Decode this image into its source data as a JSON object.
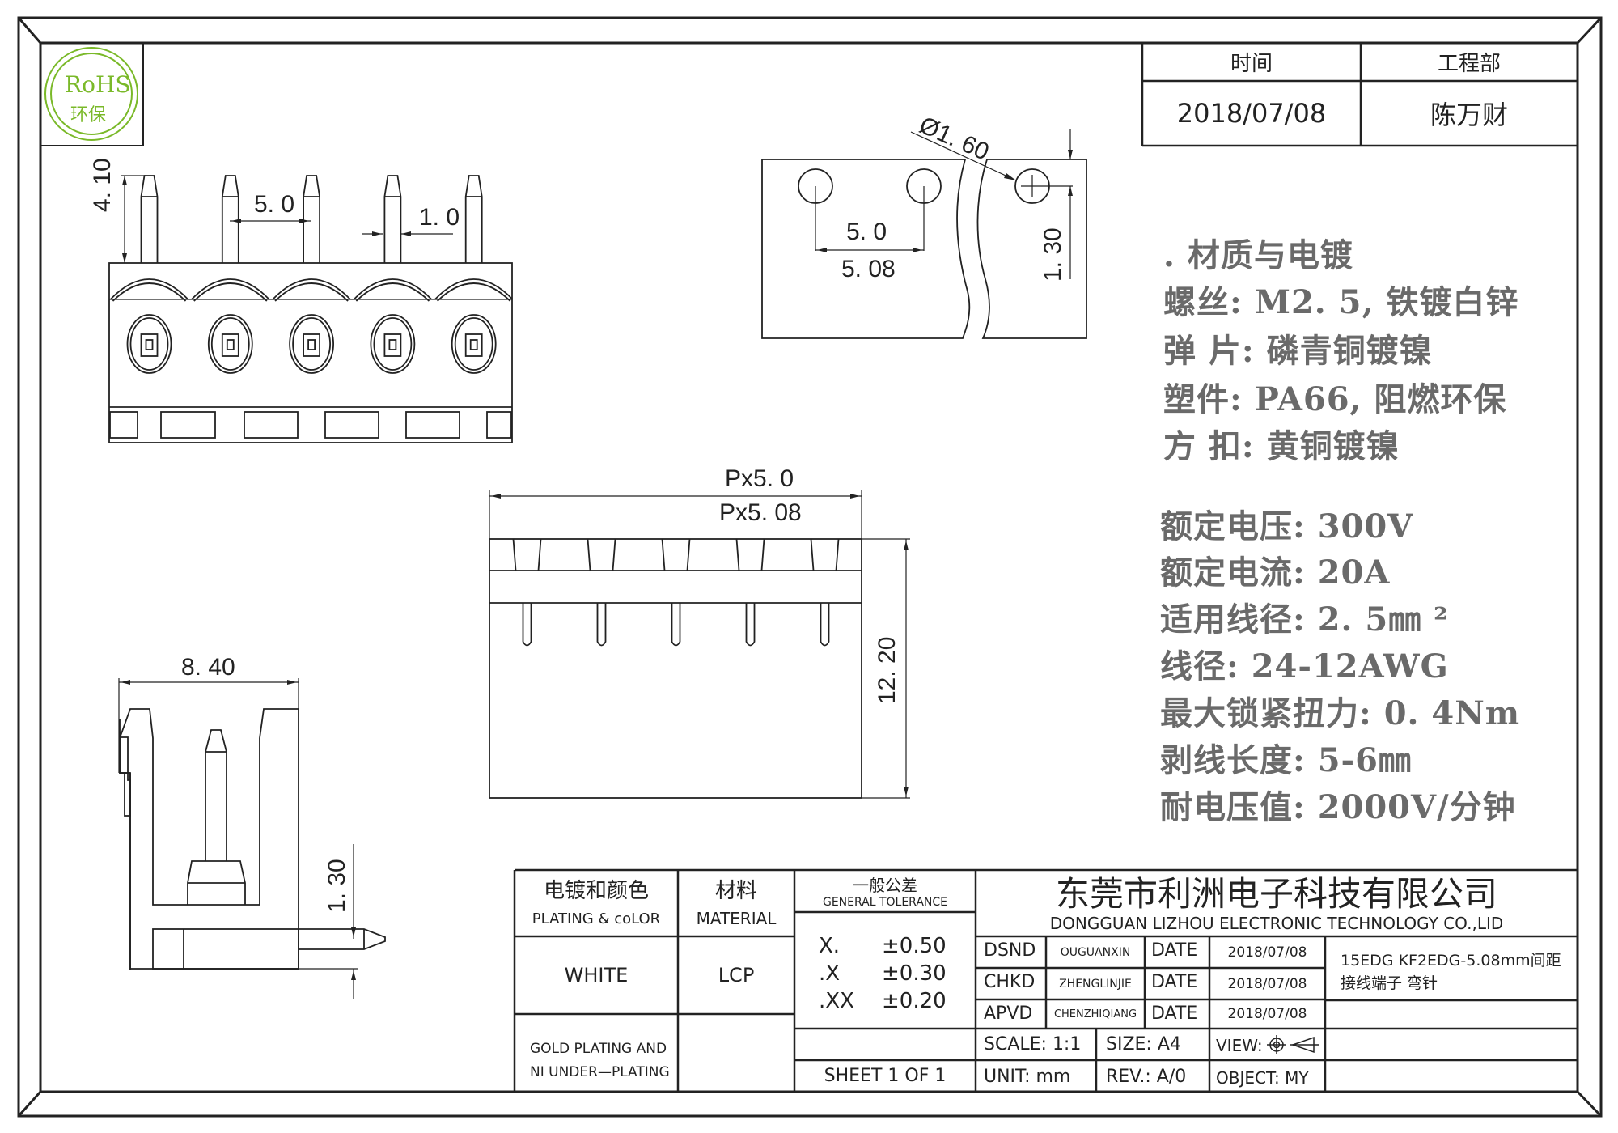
{
  "logo": {
    "line1": "RoHS",
    "line2": "环保",
    "color": "#7ab929"
  },
  "approval_table": {
    "headers": [
      "时间",
      "工程部"
    ],
    "values": [
      "2018/07/08",
      "陈万财"
    ]
  },
  "dimensions": {
    "front_pin_height": "4. 10",
    "front_pitch": "5. 0",
    "front_pin_width": "1. 0",
    "hole_diameter": "Ø1. 60",
    "hole_pitch_a": "5. 0",
    "hole_pitch_b": "5. 08",
    "hole_offset": "1. 30",
    "total_length_a": "Px5. 0",
    "total_length_b": "Px5. 08",
    "height": "12. 20",
    "side_width": "8. 40",
    "side_pin_offset": "1. 30"
  },
  "specs": {
    "materials_title": ". 材质与电镀",
    "materials": [
      "螺丝: M2. 5, 铁镀白锌",
      "弹 片: 磷青铜镀镍",
      "塑件: PA66, 阻燃环保",
      "方 扣: 黄铜镀镍"
    ],
    "ratings": [
      "额定电压: 300V",
      "额定电流: 20A",
      "适用线径: 2. 5㎜ ²",
      "线径: 24-12AWG",
      "最大锁紧扭力: 0. 4Nm",
      "剥线长度: 5-6㎜",
      "耐电压值: 2000V/分钟"
    ]
  },
  "title_block": {
    "plating_header_cn": "电镀和颜色",
    "plating_header_en": "PLATING & coLOR",
    "material_header_cn": "材料",
    "material_header_en": "MATERIAL",
    "tolerance_header_cn": "一般公差",
    "tolerance_header_en": "GENERAL TOLERANCE",
    "color_value": "WHITE",
    "material_value": "LCP",
    "tolerances": [
      {
        "key": "X.",
        "value": "±0.50"
      },
      {
        "key": ".X",
        "value": "±0.30"
      },
      {
        "key": ".XX",
        "value": "±0.20"
      }
    ],
    "plating_note_1": "GOLD PLATING AND",
    "plating_note_2": "NI UNDER—PLATING",
    "sheet": "SHEET 1 OF 1",
    "company_cn": "东莞市利洲电子科技有限公司",
    "company_en": "DONGGUAN LIZHOU ELECTRONIC TECHNOLOGY CO.,LID",
    "signoffs": [
      {
        "role": "DSND",
        "name": "OUGUANXIN",
        "date_label": "DATE",
        "date": "2018/07/08"
      },
      {
        "role": "CHKD",
        "name": "ZHENGLINJIE",
        "date_label": "DATE",
        "date": "2018/07/08"
      },
      {
        "role": "APVD",
        "name": "CHENZHIQIANG",
        "date_label": "DATE",
        "date": "2018/07/08"
      }
    ],
    "scale": "SCALE: 1:1",
    "size": "SIZE: A4",
    "view": "VIEW:",
    "unit": "UNIT: mm",
    "rev": "REV.: A/0",
    "object": "OBJECT: MY",
    "part_desc_1": "15EDG KF2EDG-5.08mm间距",
    "part_desc_2": "接线端子 弯针"
  }
}
